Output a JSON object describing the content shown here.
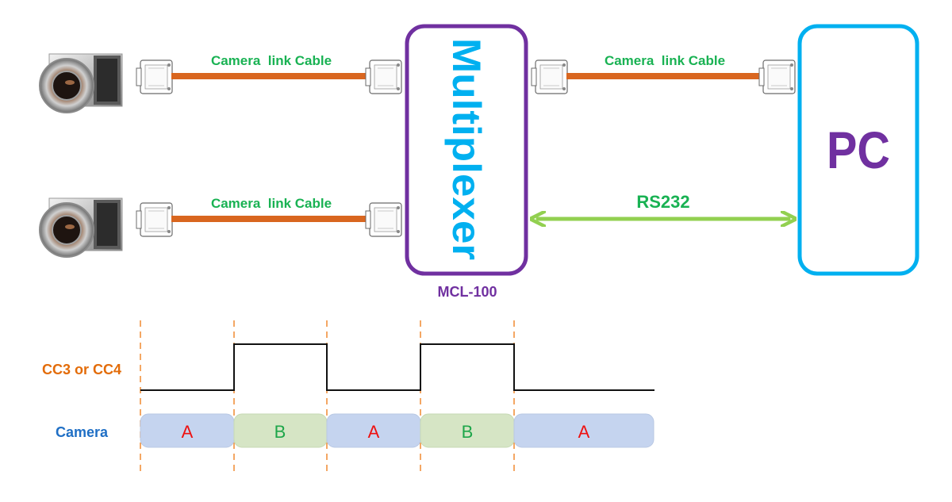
{
  "cable_label_top_left": "Camera  link Cable",
  "cable_label_bottom_left": "Camera  link Cable",
  "cable_label_top_right": "Camera  link Cable",
  "multiplexer_label": "Multiplexer",
  "multiplexer_model": "MCL-100",
  "pc_label": "PC",
  "rs232_label": "RS232",
  "timing": {
    "signal_label": "CC3 or CC4",
    "camera_row_label": "Camera",
    "segments": [
      "A",
      "B",
      "A",
      "B",
      "A"
    ]
  },
  "colors": {
    "label_green": "#19b253",
    "cable_orange": "#d9661f",
    "multiplexer_purple": "#7030a0",
    "multiplexer_text_cyan": "#00b0f0",
    "pc_border_cyan": "#00b0f0",
    "pc_text_purple": "#7030a0",
    "rs232_arrow_green": "#92d050",
    "signal_label_orange": "#e36c09",
    "camera_label_blue": "#1f6fc5",
    "segment_a_fill": "#c5d4ef",
    "segment_b_fill": "#d6e5c5",
    "segment_a_text": "#ee1111",
    "segment_b_text": "#1ea64a",
    "dashed_orange": "#f08a30"
  }
}
